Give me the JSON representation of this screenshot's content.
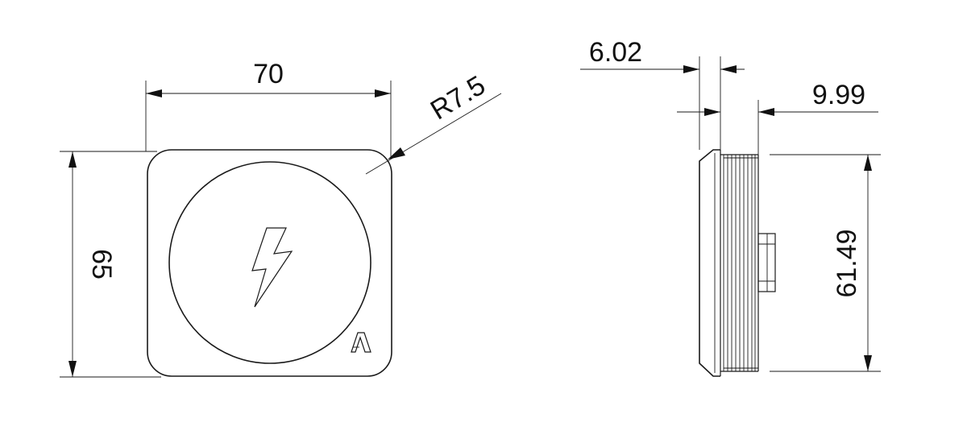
{
  "front_view": {
    "width_label": "70",
    "height_label": "65",
    "radius_label": "R7.5",
    "lightning_icon": "lightning-bolt-icon",
    "logo_icon": "a-logo-icon"
  },
  "side_view": {
    "flange_thickness_label": "6.02",
    "thread_depth_label": "9.99",
    "thread_diameter_label": "61.49"
  },
  "colors": {
    "line": "#1a1a1a",
    "background": "#ffffff"
  }
}
